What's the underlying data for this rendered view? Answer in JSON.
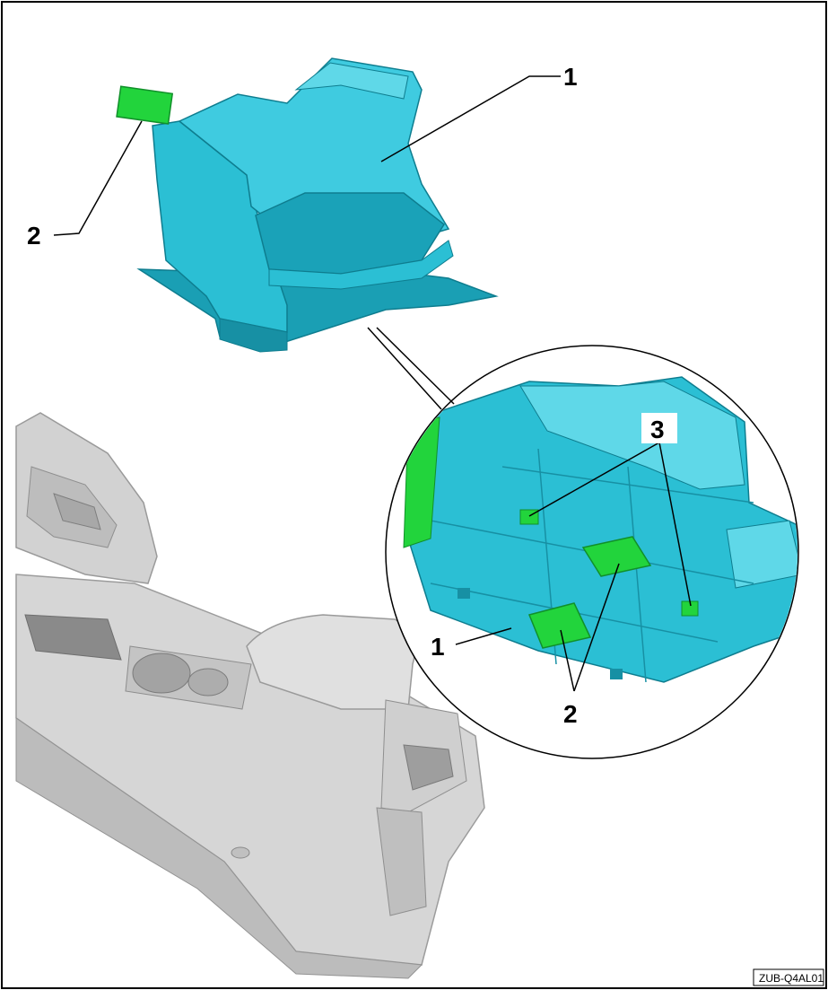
{
  "figure_id": "ZUB-Q4AL01",
  "colors": {
    "part": "#2bbfd4",
    "part_light": "#5fd8e8",
    "part_dark": "#1a9fb4",
    "adhesive": "#22d43c",
    "console": "#cfcfcf",
    "console_dark": "#a9a9a9",
    "line": "#000000"
  },
  "callouts": [
    {
      "id": "c1a",
      "label": "1"
    },
    {
      "id": "c2a",
      "label": "2"
    },
    {
      "id": "c3",
      "label": "3"
    },
    {
      "id": "c1b",
      "label": "1"
    },
    {
      "id": "c2b",
      "label": "2"
    }
  ],
  "icons": [
    "insert-tray",
    "adhesive-pad",
    "detail-magnifier",
    "center-console"
  ]
}
